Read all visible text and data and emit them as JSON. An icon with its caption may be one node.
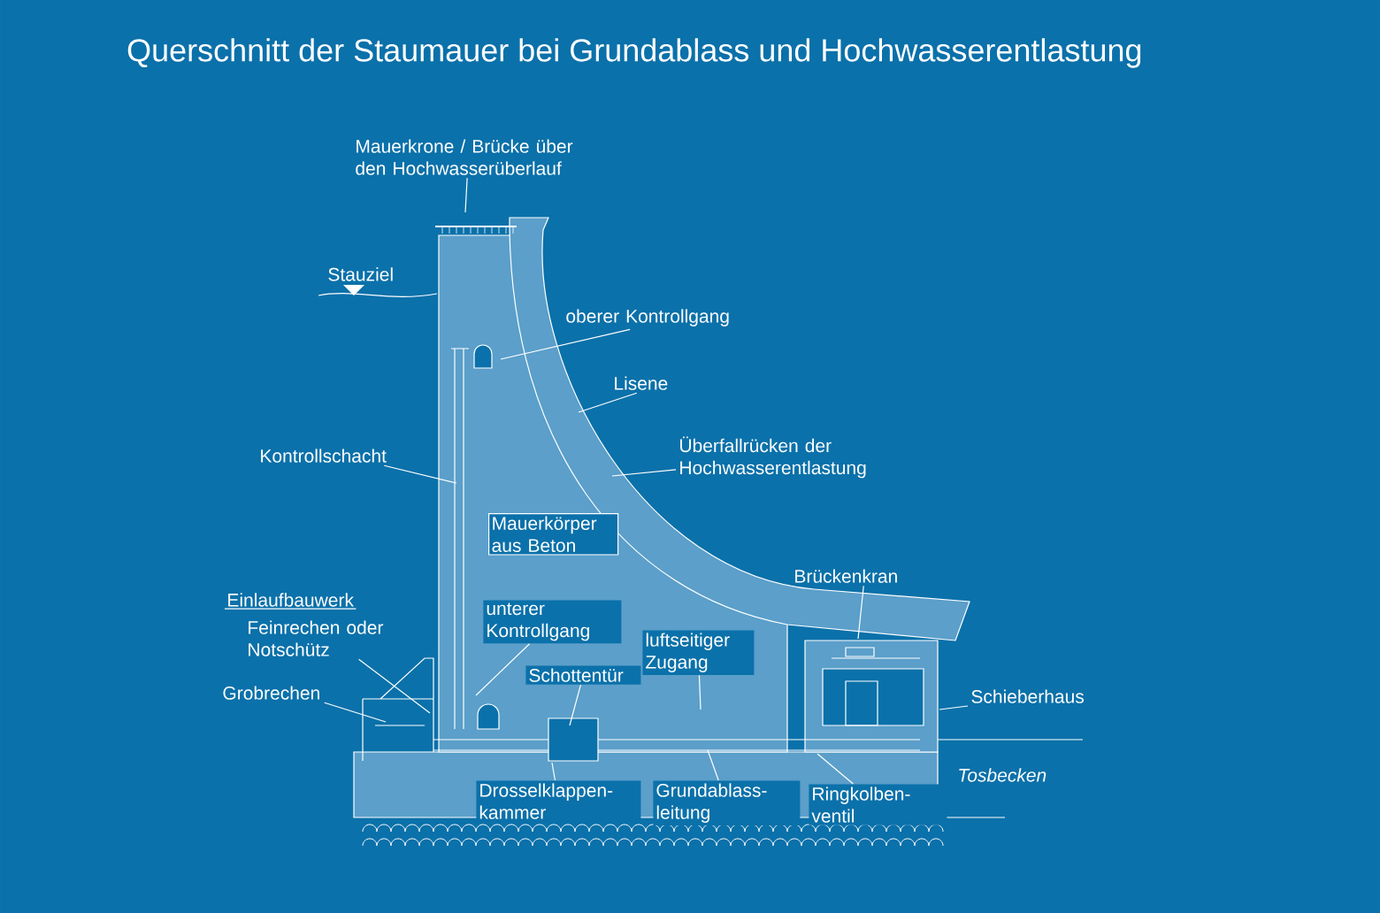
{
  "diagram": {
    "title": "Querschnitt der Staumauer bei Grundablass und Hochwasserentlastung",
    "nodes": [
      {
        "text": [
          "Mauerkrone / Brücke über den Hochwasserüberlauf"
        ]
      },
      {
        "text": [
          "oberer Kontrollgang"
        ]
      },
      {
        "text": [
          "Lisene"
        ]
      },
      {
        "text": [
          "Überfallrücken der Hochwasserentlastung"
        ]
      },
      {
        "text": [
          "Kontrollschacht"
        ]
      },
      {
        "text": [
          "Mauerkörper aus Beton"
        ]
      },
      {
        "text": [
          "Brückenkran"
        ]
      },
      {
        "text": [
          "Feinrechen oder Notschütz"
        ]
      },
      {
        "text": [
          "unterer Kontrollgang"
        ]
      },
      {
        "text": [
          "luftseitiger Zugang"
        ]
      },
      {
        "text": [
          "Grobrechen"
        ]
      },
      {
        "text": [
          "Schottentür"
        ]
      },
      {
        "text": [
          "Schieberhaus"
        ]
      },
      {
        "text": [
          "Drosselklappen- kammer"
        ]
      },
      {
        "text": [
          "Grundablass- leitung"
        ]
      },
      {
        "text": [
          "Ringkolben- ventil"
        ]
      }
    ],
    "edges": [
      {
        "from": 0,
        "to": null,
        "arrow": "none"
      },
      {
        "from": 1,
        "to": null,
        "arrow": "none"
      },
      {
        "from": 2,
        "to": null,
        "arrow": "none"
      },
      {
        "from": 3,
        "to": null,
        "arrow": "none"
      },
      {
        "from": 4,
        "to": null,
        "arrow": "none"
      },
      {
        "from": 6,
        "to": null,
        "arrow": "none"
      },
      {
        "from": 7,
        "to": null,
        "arrow": "none"
      },
      {
        "from": 8,
        "to": null,
        "arrow": "none"
      },
      {
        "from": 9,
        "to": null,
        "arrow": "none"
      },
      {
        "from": 10,
        "to": null,
        "arrow": "none"
      },
      {
        "from": 11,
        "to": null,
        "arrow": "none"
      },
      {
        "from": 12,
        "to": null,
        "arrow": "none"
      },
      {
        "from": 13,
        "to": null,
        "arrow": "none"
      },
      {
        "from": 14,
        "to": null,
        "arrow": "none"
      },
      {
        "from": 15,
        "to": null,
        "arrow": "none"
      }
    ],
    "labels": [
      "Stauziel",
      "Einlaufbauwerk",
      "Tosbecken"
    ]
  }
}
